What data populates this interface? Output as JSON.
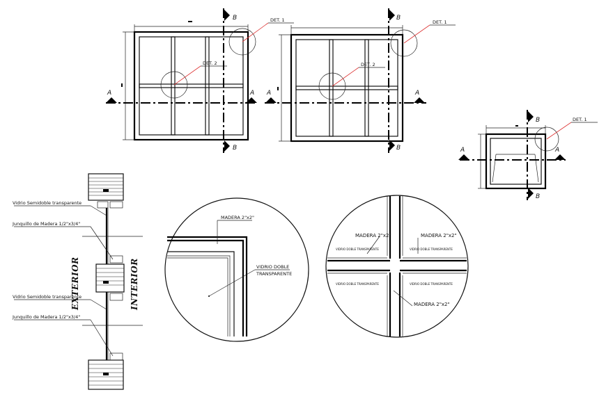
{
  "labels": {
    "det1": "DET. 1",
    "det2": "DET. 2",
    "section_a": "A",
    "section_b": "B",
    "exterior": "EXTERIOR",
    "interior": "INTERIOR",
    "vidrio_semidoble_1": "Vidrio Semidoble transparente",
    "junquillo_1": "Junquillo de Madera 1/2\"x3/4\"",
    "vidrio_semidoble_2": "Vidrio Semidoble transparente",
    "junquillo_2": "Junquillo de Madera 1/2\"x3/4\"",
    "madera_det1": "MADERA 2\"x2\"",
    "vidrio_doble": "VIDRIO DOBLE",
    "transparente": "TRANSPARENTE",
    "madera_det2_left": "MADERA 2\"x2\"",
    "madera_det2_right": "MADERA 2\"x2\"",
    "madera_det2_bottom": "MADERA 2\"x2\"",
    "vidrio_small": "VIDRIO DOBLE TRANSPARENTE"
  },
  "colors": {
    "line": "#000000",
    "leader": "#dd3333",
    "background": "#ffffff"
  }
}
